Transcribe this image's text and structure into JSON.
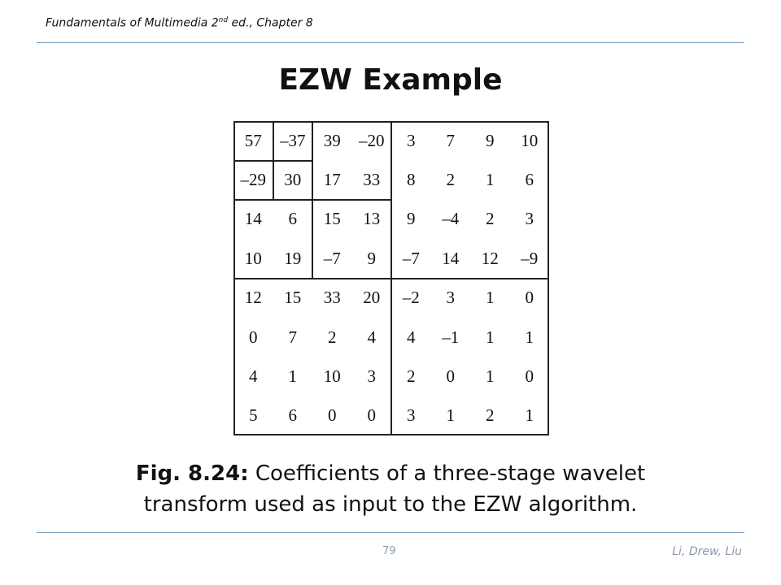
{
  "header": {
    "book_title": "Fundamentals of Multimedia 2",
    "edition_sup": "nd",
    "chapter": " ed., Chapter 8"
  },
  "title": "EZW Example",
  "figure": {
    "rows": [
      [
        "57",
        "–37",
        "39",
        "–20",
        "3",
        "7",
        "9",
        "10"
      ],
      [
        "–29",
        "30",
        "17",
        "33",
        "8",
        "2",
        "1",
        "6"
      ],
      [
        "14",
        "6",
        "15",
        "13",
        "9",
        "–4",
        "2",
        "3"
      ],
      [
        "10",
        "19",
        "–7",
        "9",
        "–7",
        "14",
        "12",
        "–9"
      ],
      [
        "12",
        "15",
        "33",
        "20",
        "–2",
        "3",
        "1",
        "0"
      ],
      [
        "0",
        "7",
        "2",
        "4",
        "4",
        "–1",
        "1",
        "1"
      ],
      [
        "4",
        "1",
        "10",
        "3",
        "2",
        "0",
        "1",
        "0"
      ],
      [
        "5",
        "6",
        "0",
        "0",
        "3",
        "1",
        "2",
        "1"
      ]
    ]
  },
  "caption": {
    "label": "Fig. 8.24:",
    "line1": " Coefficients of a three-stage wavelet",
    "line2": "transform used as input to the EZW algorithm."
  },
  "footer": {
    "page_number": "79",
    "authors": "Li, Drew, Liu"
  },
  "colors": {
    "rule": "#7da0c4",
    "footer_text": "#8a99a8"
  }
}
